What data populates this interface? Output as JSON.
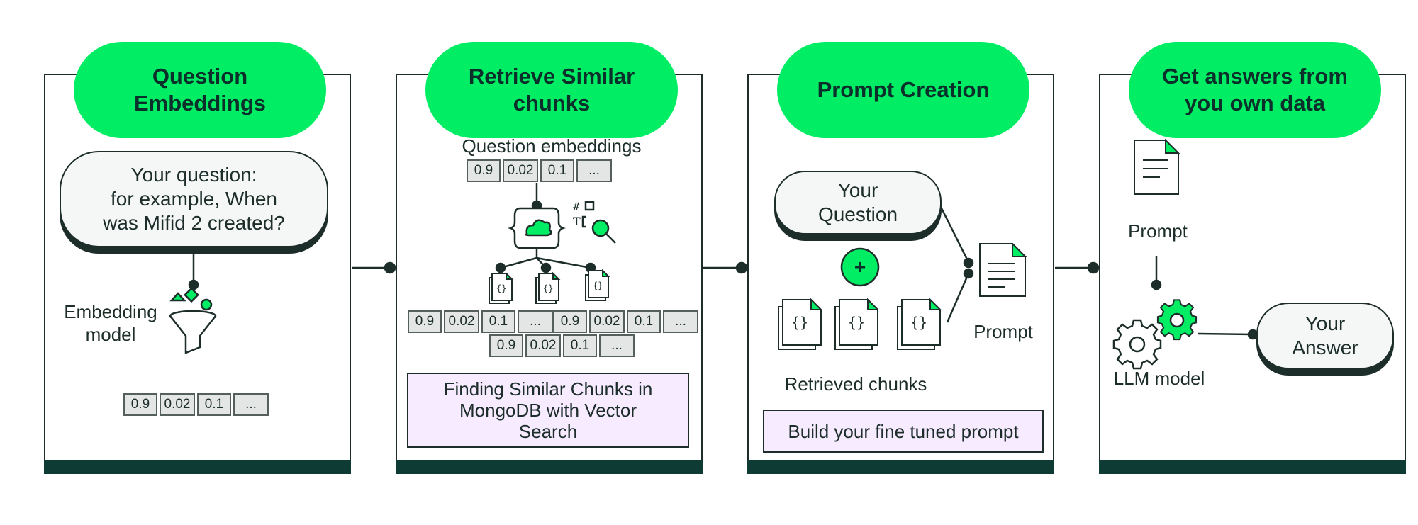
{
  "colors": {
    "accent_green": "#00ed64",
    "dark": "#1c2d2a",
    "footer": "#0e3b33",
    "purple_box": "#f7ebff"
  },
  "steps": [
    {
      "title": "Question\nEmbeddings",
      "bubble": "Your question:\nfor example, When\nwas Mifid 2 created?",
      "model_label": "Embedding\nmodel",
      "icon": "funnel-icon",
      "vector": [
        "0.9",
        "0.02",
        "0.1",
        "..."
      ]
    },
    {
      "title": "Retrieve Similar\nchunks",
      "embeddings_label": "Question embeddings",
      "query_vector": [
        "0.9",
        "0.02",
        "0.1",
        "..."
      ],
      "icon": "database-search-icon",
      "chunk_vectors": [
        [
          "0.9",
          "0.02",
          "0.1",
          "..."
        ],
        [
          "0.9",
          "0.02",
          "0.1",
          "..."
        ],
        [
          "0.9",
          "0.02",
          "0.1",
          "..."
        ]
      ],
      "caption": "Finding Similar Chunks in\nMongoDB with Vector\nSearch"
    },
    {
      "title": "Prompt Creation",
      "question_bubble": "Your\nQuestion",
      "plus": "+",
      "chunks_label": "Retrieved chunks",
      "prompt_label": "Prompt",
      "caption": "Build your fine tuned prompt"
    },
    {
      "title": "Get answers from\nyou own data",
      "prompt_label": "Prompt",
      "model_label": "LLM model",
      "answer_bubble": "Your\nAnswer",
      "icon": "gears-icon"
    }
  ]
}
